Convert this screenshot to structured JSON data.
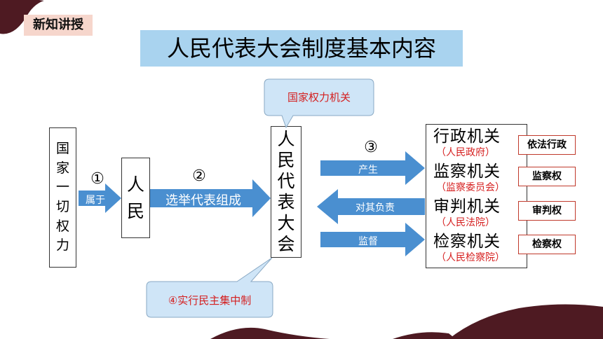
{
  "section_tag": "新知讲授",
  "title": "人民代表大会制度基本内容",
  "power_box": {
    "chars": [
      "国",
      "家",
      "一",
      "切",
      "权",
      "力"
    ]
  },
  "people_box": {
    "chars": [
      "人",
      "民"
    ]
  },
  "npc_box": {
    "chars": [
      "人",
      "民",
      "代",
      "表",
      "大",
      "会"
    ]
  },
  "callout_top": "国家权力机关",
  "callout_bottom": "④实行民主集中制",
  "arrows": {
    "belong": {
      "number": "①",
      "label": "属于"
    },
    "elect": {
      "number": "②",
      "label": "选举代表组成"
    },
    "produce": {
      "number": "③",
      "label": "产生"
    },
    "responsible": {
      "label": "对其负责"
    },
    "supervise": {
      "label": "监督"
    }
  },
  "organs": [
    {
      "name": "行政机关",
      "sub": "（人民政府）",
      "power": "依法行政"
    },
    {
      "name": "监察机关",
      "sub": "（监察委员会）",
      "power": "监察权"
    },
    {
      "name": "审判机关",
      "sub": "（人民法院）",
      "power": "审判权"
    },
    {
      "name": "检察机关",
      "sub": "（人民检察院）",
      "power": "检察权"
    }
  ],
  "colors": {
    "arrow_blue": "#4a8fd0",
    "title_bg": "#a9d3ef",
    "tag_bg": "#f6d6cc",
    "deco_maroon": "#4e1a22",
    "callout_red": "#d42020"
  }
}
